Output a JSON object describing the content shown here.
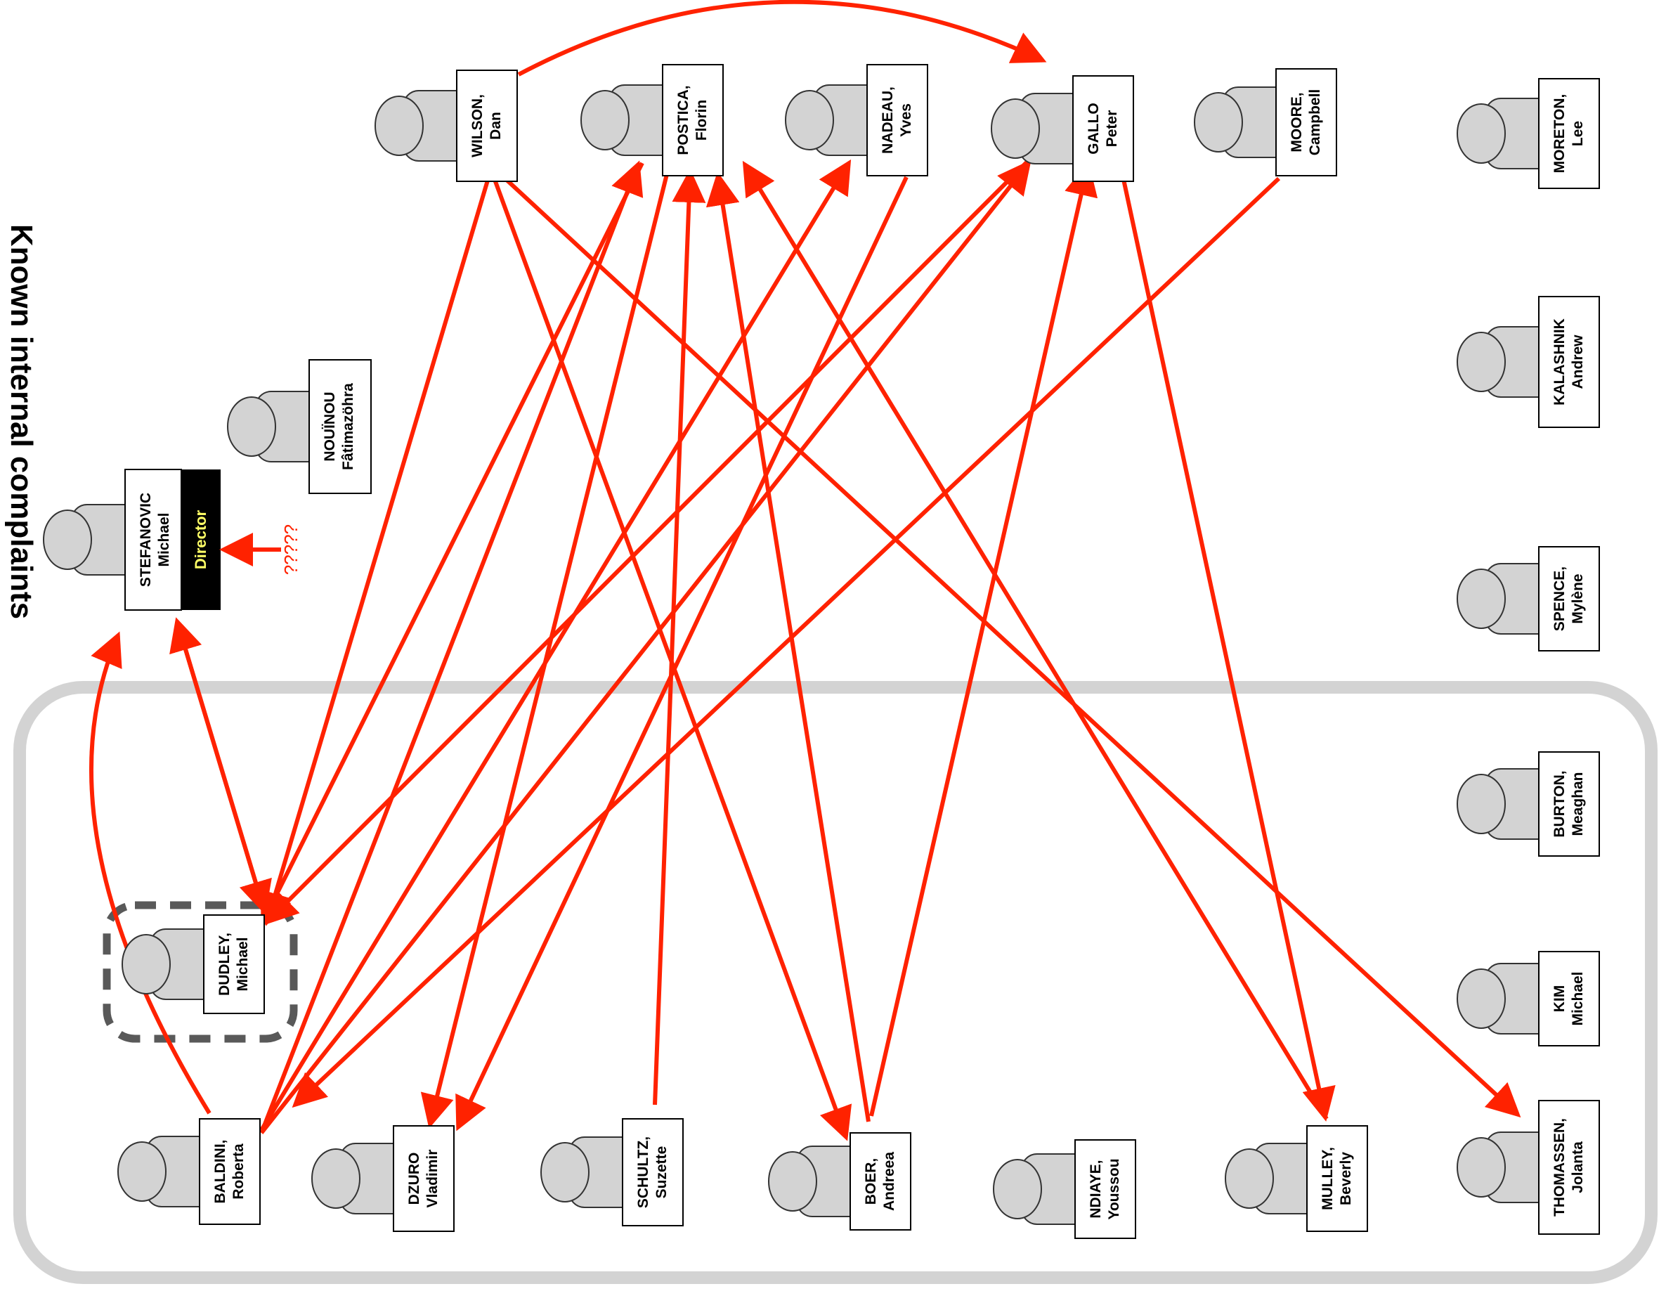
{
  "title": "Known internal complaints",
  "question_marks": "?????",
  "director_label": "Director",
  "colors": {
    "arrow": "#ff2200",
    "avatar_fill": "#d3d3d3",
    "group_border": "#d3d3d3",
    "highlight_dash": "#595959",
    "director_bg": "#000000",
    "director_text": "#ffff66"
  },
  "people": {
    "stefanovic": {
      "last": "STEFANOVIC",
      "first": "Michael"
    },
    "nouinou": {
      "last": "NOUÏNOU",
      "first": "Fâtimazöhra"
    },
    "wilson": {
      "last": "WILSON,",
      "first": "Dan"
    },
    "postica": {
      "last": "POSTICA,",
      "first": "Florin"
    },
    "nadeau": {
      "last": "NADEAU,",
      "first": "Yves"
    },
    "gallo": {
      "last": "GALLO",
      "first": "Peter"
    },
    "moore": {
      "last": "MOORE,",
      "first": "Campbell"
    },
    "moreton": {
      "last": "MORETON,",
      "first": "Lee"
    },
    "kalashnik": {
      "last": "KALASHNIK",
      "first": "Andrew"
    },
    "spence": {
      "last": "SPENCE,",
      "first": "Mylène"
    },
    "burton": {
      "last": "BURTON,",
      "first": "Meaghan"
    },
    "kim": {
      "last": "KIM",
      "first": "Michael"
    },
    "dudley": {
      "last": "DUDLEY,",
      "first": "Michael"
    },
    "baldini": {
      "last": "BALDINI,",
      "first": "Roberta"
    },
    "dzuro": {
      "last": "DZURO",
      "first": "Vladimir"
    },
    "schultz": {
      "last": "SCHULTZ,",
      "first": "Suzette"
    },
    "boer": {
      "last": "BOER,",
      "first": "Andreea"
    },
    "ndiaye": {
      "last": "NDIAYE,",
      "first": "Youssou"
    },
    "mulley": {
      "last": "MULLEY,",
      "first": "Beverly"
    },
    "thomassen": {
      "last": "THOMASSEN,",
      "first": "Jolanta"
    }
  },
  "complaints": [
    {
      "from": "wilson",
      "to": "gallo"
    },
    {
      "from": "wilson",
      "to": "dudley"
    },
    {
      "from": "wilson",
      "to": "boer"
    },
    {
      "from": "wilson",
      "to": "thomassen"
    },
    {
      "from": "gallo",
      "to": "mulley"
    },
    {
      "from": "baldini",
      "to": "stefanovic"
    },
    {
      "from": "dudley",
      "to": "stefanovic"
    },
    {
      "from": "stefanovic",
      "to": "dudley"
    },
    {
      "from": "postica",
      "to": "dudley"
    },
    {
      "from": "gallo",
      "to": "dudley"
    },
    {
      "from": "baldini",
      "to": "postica"
    },
    {
      "from": "baldini",
      "to": "nadeau"
    },
    {
      "from": "baldini",
      "to": "gallo"
    },
    {
      "from": "moore",
      "to": "baldini"
    },
    {
      "from": "postica",
      "to": "dzuro"
    },
    {
      "from": "nadeau",
      "to": "dzuro"
    },
    {
      "from": "schultz",
      "to": "postica"
    },
    {
      "from": "boer",
      "to": "postica"
    },
    {
      "from": "boer",
      "to": "gallo"
    },
    {
      "from": "mulley",
      "to": "postica"
    }
  ]
}
